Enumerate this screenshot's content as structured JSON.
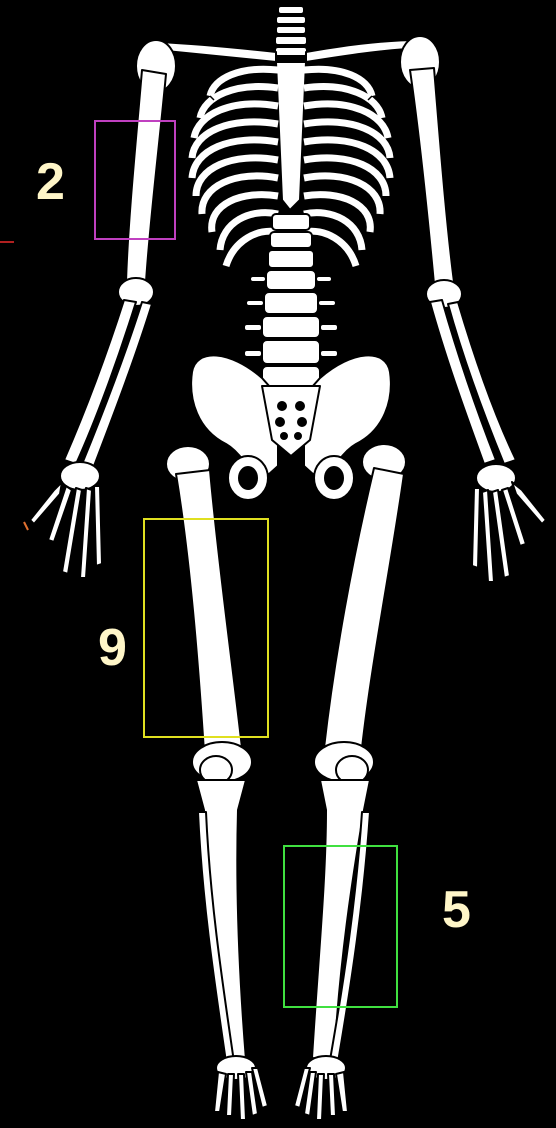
{
  "figure": {
    "background_color": "#000000",
    "bone_color": "#FFFFFF",
    "outline_color": "#000000",
    "label_color": "#FFF6C8"
  },
  "callouts": [
    {
      "label": "2",
      "bone": "humerus",
      "box_color": "#C040C0"
    },
    {
      "label": "9",
      "bone": "femur",
      "box_color": "#E0E020"
    },
    {
      "label": "5",
      "bone": "tibia",
      "box_color": "#40E040"
    }
  ]
}
